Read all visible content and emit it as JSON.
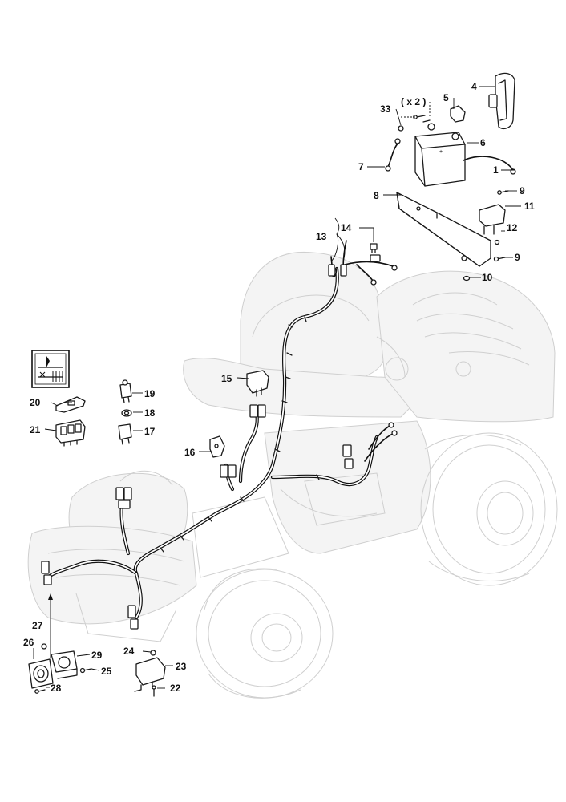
{
  "diagram": {
    "callouts": {
      "c1": "1",
      "c4": "4",
      "c5": "5",
      "c6": "6",
      "c7": "7",
      "c8": "8",
      "c9a": "9",
      "c9b": "9",
      "c10": "10",
      "c11": "11",
      "c12": "12",
      "c13": "13",
      "c14": "14",
      "c15": "15",
      "c16": "16",
      "c17": "17",
      "c18": "18",
      "c19": "19",
      "c20": "20",
      "c21": "21",
      "c22": "22",
      "c23": "23",
      "c24": "24",
      "c25": "25",
      "c26": "26",
      "c27": "27",
      "c28": "28",
      "c29": "29",
      "c33": "33"
    },
    "quantity_note": "( x 2 )"
  }
}
